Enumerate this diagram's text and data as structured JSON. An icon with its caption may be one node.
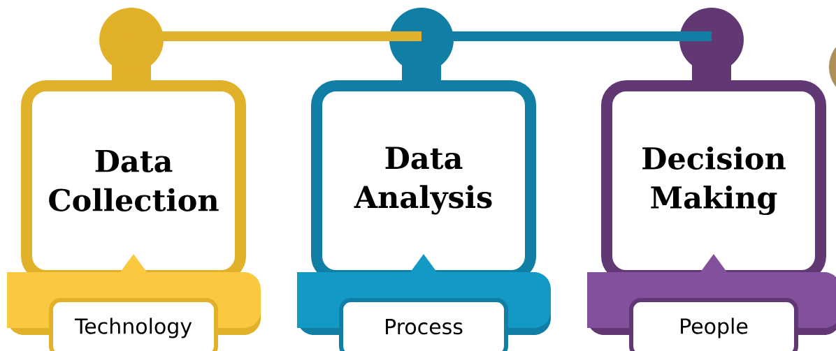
{
  "diagram": {
    "nodes": [
      {
        "text": [],
        "shape": "circle"
      },
      {
        "text": [],
        "shape": "circle"
      },
      {
        "text": [],
        "shape": "circle"
      },
      {
        "text": [],
        "shape": "circle"
      },
      {
        "text": [
          "Data Collection"
        ]
      },
      {
        "text": [
          "Data Analysis"
        ]
      },
      {
        "text": [
          "Decision Making"
        ]
      },
      {
        "text": [
          "Technology"
        ]
      },
      {
        "text": [
          "Process"
        ]
      },
      {
        "text": [
          "People"
        ]
      }
    ],
    "edges": [
      {
        "from": 0,
        "to": 1,
        "arrow": "none",
        "color": "#e2b12a"
      },
      {
        "from": 1,
        "to": 2,
        "arrow": "none",
        "color": "#117fa5"
      }
    ]
  }
}
